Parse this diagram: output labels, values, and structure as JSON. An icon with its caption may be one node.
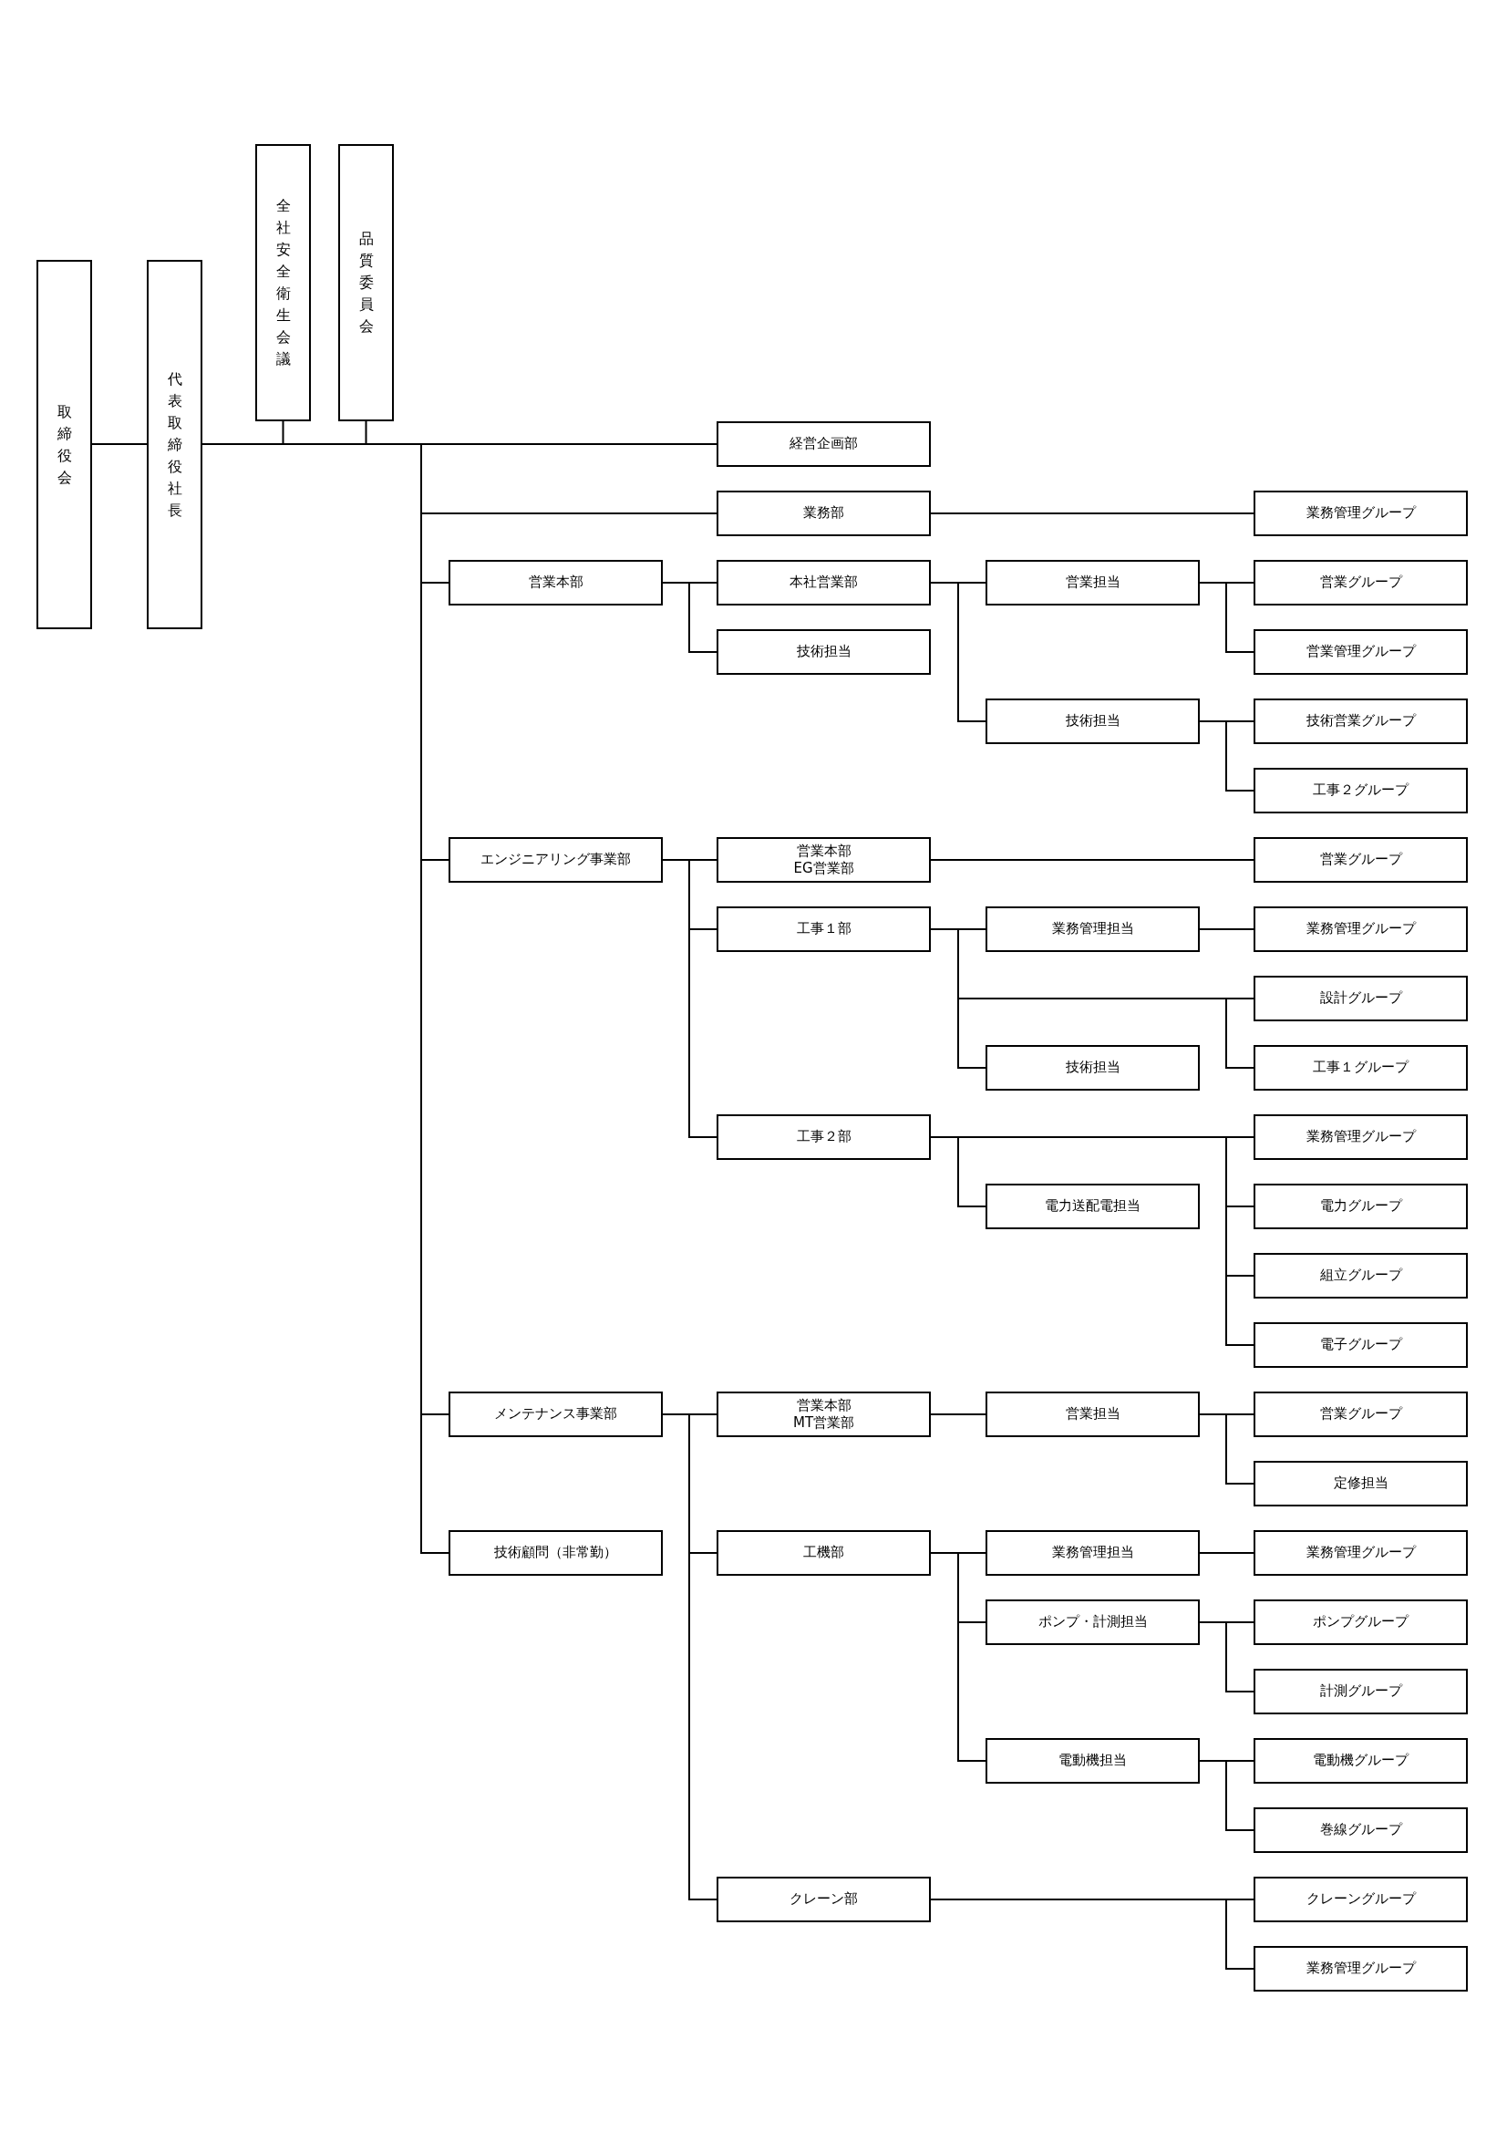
{
  "diagram": {
    "nodes": [
      {
        "text": [
          "取締役会"
        ]
      },
      {
        "text": [
          "代表取締役社長"
        ]
      },
      {
        "text": [
          "全社安全衛生会議"
        ]
      },
      {
        "text": [
          "品質委員会"
        ]
      },
      {
        "text": [
          "経営企画部"
        ]
      },
      {
        "text": [
          "業務部"
        ]
      },
      {
        "text": [
          "業務管理グループ"
        ]
      },
      {
        "text": [
          "営業本部"
        ]
      },
      {
        "text": [
          "本社営業部"
        ]
      },
      {
        "text": [
          "営業担当"
        ]
      },
      {
        "text": [
          "営業グループ"
        ]
      },
      {
        "text": [
          "技術担当"
        ]
      },
      {
        "text": [
          "営業管理グループ"
        ]
      },
      {
        "text": [
          "技術担当"
        ]
      },
      {
        "text": [
          "技術営業グループ"
        ]
      },
      {
        "text": [
          "工事２グループ"
        ]
      },
      {
        "text": [
          "エンジニアリング事業部"
        ]
      },
      {
        "text": [
          "営業本部",
          "EG営業部"
        ]
      },
      {
        "text": [
          "営業グループ"
        ]
      },
      {
        "text": [
          "工事１部"
        ]
      },
      {
        "text": [
          "業務管理担当"
        ]
      },
      {
        "text": [
          "業務管理グループ"
        ]
      },
      {
        "text": [
          "設計グループ"
        ]
      },
      {
        "text": [
          "技術担当"
        ]
      },
      {
        "text": [
          "工事１グループ"
        ]
      },
      {
        "text": [
          "工事２部"
        ]
      },
      {
        "text": [
          "業務管理グループ"
        ]
      },
      {
        "text": [
          "電力送配電担当"
        ]
      },
      {
        "text": [
          "電力グループ"
        ]
      },
      {
        "text": [
          "組立グループ"
        ]
      },
      {
        "text": [
          "電子グループ"
        ]
      },
      {
        "text": [
          "メンテナンス事業部"
        ]
      },
      {
        "text": [
          "営業本部",
          "MT営業部"
        ]
      },
      {
        "text": [
          "営業担当"
        ]
      },
      {
        "text": [
          "営業グループ"
        ]
      },
      {
        "text": [
          "定修担当"
        ]
      },
      {
        "text": [
          "技術顧問（非常勤）"
        ]
      },
      {
        "text": [
          "工機部"
        ]
      },
      {
        "text": [
          "業務管理担当"
        ]
      },
      {
        "text": [
          "業務管理グループ"
        ]
      },
      {
        "text": [
          "ポンプ・計測担当"
        ]
      },
      {
        "text": [
          "ポンプグループ"
        ]
      },
      {
        "text": [
          "計測グループ"
        ]
      },
      {
        "text": [
          "電動機担当"
        ]
      },
      {
        "text": [
          "電動機グループ"
        ]
      },
      {
        "text": [
          "巻線グループ"
        ]
      },
      {
        "text": [
          "クレーン部"
        ]
      },
      {
        "text": [
          "クレーングループ"
        ]
      },
      {
        "text": [
          "業務管理グループ"
        ]
      }
    ],
    "edges": [
      {
        "from": 0,
        "to": 1,
        "arrow": "none"
      },
      {
        "from": 1,
        "to": 2,
        "arrow": "none"
      },
      {
        "from": 1,
        "to": 3,
        "arrow": "none"
      },
      {
        "from": 1,
        "to": 4,
        "arrow": "none"
      },
      {
        "from": 1,
        "to": 5,
        "arrow": "none"
      },
      {
        "from": 1,
        "to": 7,
        "arrow": "none"
      },
      {
        "from": 1,
        "to": 16,
        "arrow": "none"
      },
      {
        "from": 1,
        "to": 31,
        "arrow": "none"
      },
      {
        "from": 1,
        "to": 36,
        "arrow": "none"
      },
      {
        "from": 5,
        "to": 6,
        "arrow": "none"
      },
      {
        "from": 7,
        "to": 8,
        "arrow": "none"
      },
      {
        "from": 7,
        "to": 11,
        "arrow": "none"
      },
      {
        "from": 8,
        "to": 9,
        "arrow": "none"
      },
      {
        "from": 8,
        "to": 13,
        "arrow": "none"
      },
      {
        "from": 9,
        "to": 10,
        "arrow": "none"
      },
      {
        "from": 9,
        "to": 12,
        "arrow": "none"
      },
      {
        "from": 13,
        "to": 14,
        "arrow": "none"
      },
      {
        "from": 13,
        "to": 15,
        "arrow": "none"
      },
      {
        "from": 16,
        "to": 17,
        "arrow": "none"
      },
      {
        "from": 16,
        "to": 19,
        "arrow": "none"
      },
      {
        "from": 16,
        "to": 25,
        "arrow": "none"
      },
      {
        "from": 17,
        "to": 18,
        "arrow": "none"
      },
      {
        "from": 19,
        "to": 20,
        "arrow": "none"
      },
      {
        "from": 19,
        "to": 22,
        "arrow": "none"
      },
      {
        "from": 19,
        "to": 24,
        "arrow": "none"
      },
      {
        "from": 19,
        "to": 23,
        "arrow": "none"
      },
      {
        "from": 20,
        "to": 21,
        "arrow": "none"
      },
      {
        "from": 25,
        "to": 26,
        "arrow": "none"
      },
      {
        "from": 25,
        "to": 27,
        "arrow": "none"
      },
      {
        "from": 25,
        "to": 28,
        "arrow": "none"
      },
      {
        "from": 25,
        "to": 29,
        "arrow": "none"
      },
      {
        "from": 25,
        "to": 30,
        "arrow": "none"
      },
      {
        "from": 31,
        "to": 32,
        "arrow": "none"
      },
      {
        "from": 31,
        "to": 37,
        "arrow": "none"
      },
      {
        "from": 31,
        "to": 46,
        "arrow": "none"
      },
      {
        "from": 32,
        "to": 33,
        "arrow": "none"
      },
      {
        "from": 33,
        "to": 34,
        "arrow": "none"
      },
      {
        "from": 33,
        "to": 35,
        "arrow": "none"
      },
      {
        "from": 37,
        "to": 38,
        "arrow": "none"
      },
      {
        "from": 37,
        "to": 40,
        "arrow": "none"
      },
      {
        "from": 37,
        "to": 43,
        "arrow": "none"
      },
      {
        "from": 38,
        "to": 39,
        "arrow": "none"
      },
      {
        "from": 40,
        "to": 41,
        "arrow": "none"
      },
      {
        "from": 40,
        "to": 42,
        "arrow": "none"
      },
      {
        "from": 43,
        "to": 44,
        "arrow": "none"
      },
      {
        "from": 43,
        "to": 45,
        "arrow": "none"
      },
      {
        "from": 46,
        "to": 47,
        "arrow": "none"
      },
      {
        "from": 46,
        "to": 48,
        "arrow": "none"
      }
    ]
  }
}
